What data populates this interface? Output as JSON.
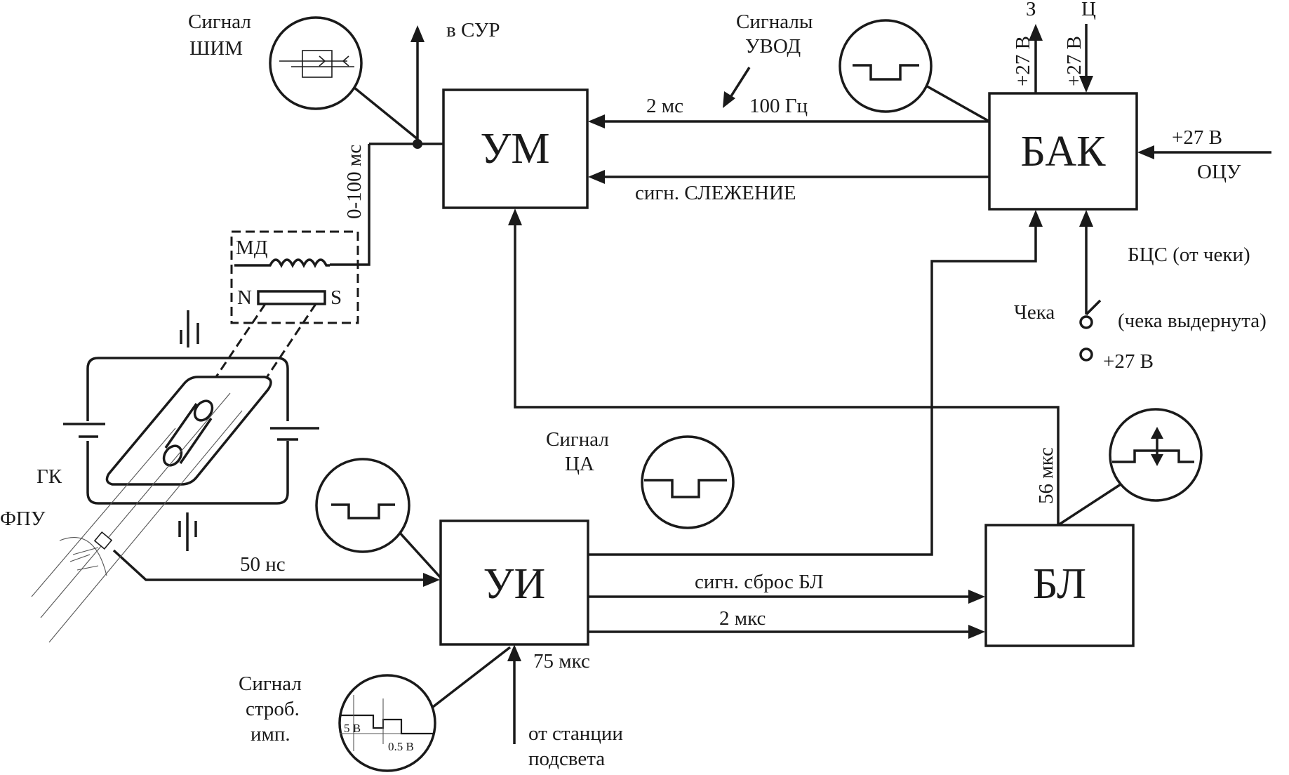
{
  "blocks": {
    "um": "УМ",
    "bak": "БАК",
    "ui": "УИ",
    "bl": "БЛ"
  },
  "labels": {
    "signal_shim": [
      "Сигнал",
      "ШИМ"
    ],
    "v_sur": "в СУР",
    "signals_uvod": [
      "Сигналы",
      "УВОД"
    ],
    "out_z": "З",
    "in_ts": "Ц",
    "plus27_top_left": "+27 В",
    "plus27_top_right": "+27 В",
    "plus27_right": "+27 В",
    "otsu": "ОЦУ",
    "t_2ms": "2 мс",
    "f_100hz": "100 Гц",
    "sign_slezhenie": "сигн. СЛЕЖЕНИЕ",
    "t_0_100ms": "0-100 мс",
    "md": "МД",
    "pole_n": "N",
    "pole_s": "S",
    "gk": "ГК",
    "fpu": "ФПУ",
    "bcs": "БЦС (от чеки)",
    "cheka": "Чека",
    "cheka_pulled": "(чека выдернута)",
    "plus27_switch": "+27 В",
    "signal_ca": [
      "Сигнал",
      "ЦА"
    ],
    "t_56us": "56 мкс",
    "t_50ns": "50 нс",
    "sign_sbros_bl": "сигн. сброс БЛ",
    "t_2us": "2 мкс",
    "t_75us": "75 мкс",
    "signal_strob": [
      "Сигнал",
      "строб.",
      "имп."
    ],
    "from_station": [
      "от станции",
      "подсвета"
    ],
    "v_5": "5 В",
    "v_05": "0.5 В"
  }
}
